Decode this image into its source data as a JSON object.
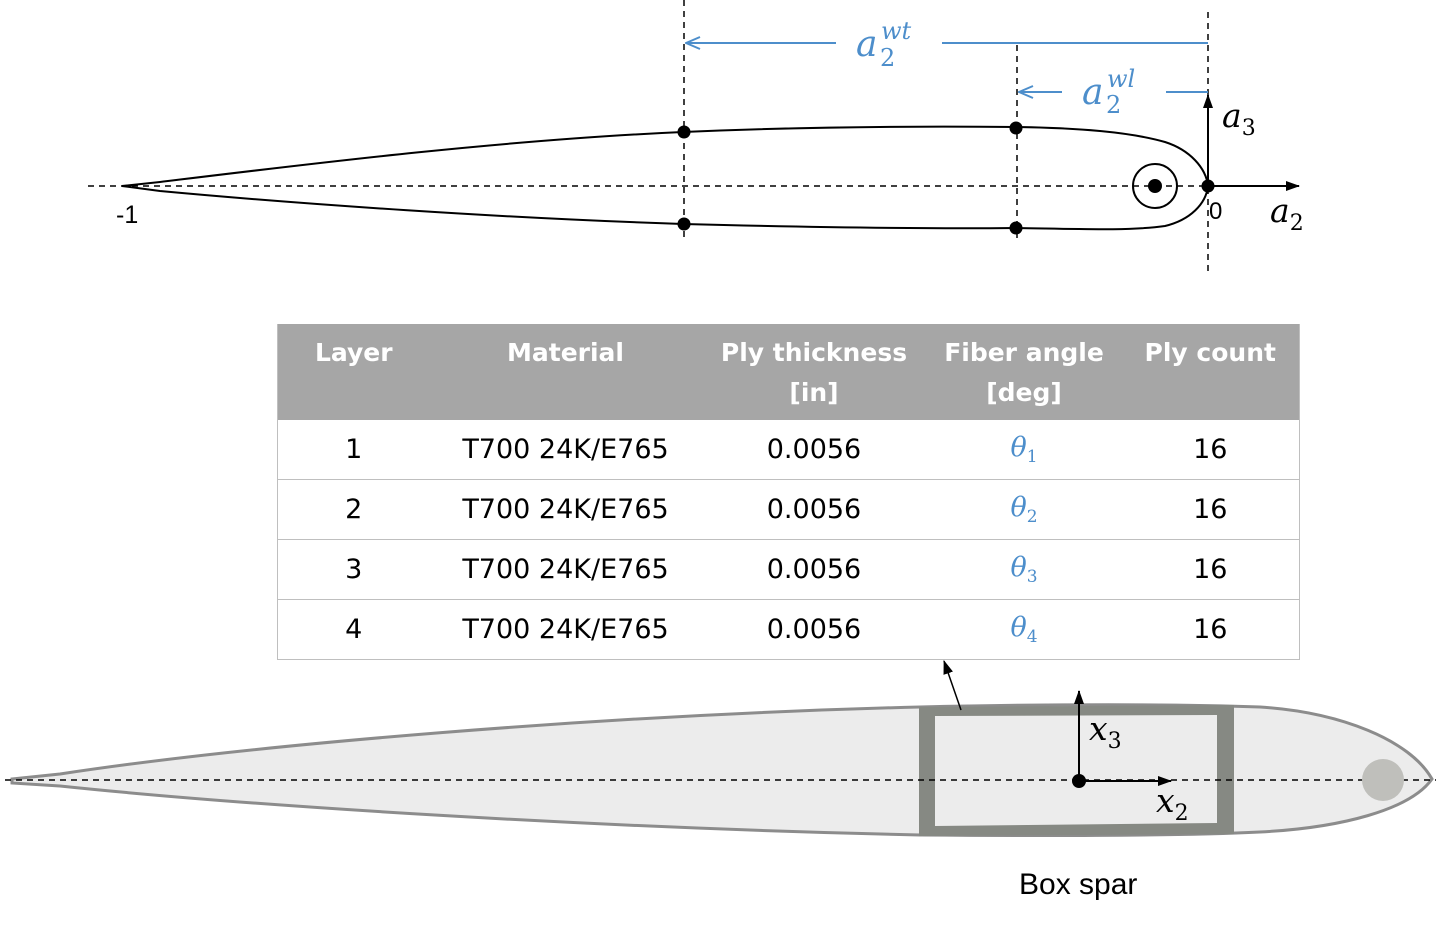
{
  "top_diagram": {
    "axis_left_label": "-1",
    "axis_origin_label": "0",
    "a2_label": "a",
    "a2_sub": "2",
    "a3_label": "a",
    "a3_sub": "3",
    "dim_wt_base": "a",
    "dim_wt_sub": "2",
    "dim_wt_sup": "wt",
    "dim_wl_base": "a",
    "dim_wl_sub": "2",
    "dim_wl_sup": "wl"
  },
  "table": {
    "headers": [
      {
        "line1": "Layer",
        "line2": ""
      },
      {
        "line1": "Material",
        "line2": ""
      },
      {
        "line1": "Ply thickness",
        "line2": "[in]"
      },
      {
        "line1": "Fiber angle",
        "line2": "[deg]"
      },
      {
        "line1": "Ply count",
        "line2": ""
      }
    ],
    "rows": [
      {
        "layer": "1",
        "material": "T700 24K/E765",
        "thickness": "0.0056",
        "angle_symbol": "θ",
        "angle_index": "1",
        "count": "16"
      },
      {
        "layer": "2",
        "material": "T700 24K/E765",
        "thickness": "0.0056",
        "angle_symbol": "θ",
        "angle_index": "2",
        "count": "16"
      },
      {
        "layer": "3",
        "material": "T700 24K/E765",
        "thickness": "0.0056",
        "angle_symbol": "θ",
        "angle_index": "3",
        "count": "16"
      },
      {
        "layer": "4",
        "material": "T700 24K/E765",
        "thickness": "0.0056",
        "angle_symbol": "θ",
        "angle_index": "4",
        "count": "16"
      }
    ]
  },
  "bottom_diagram": {
    "x2_label": "x",
    "x2_sub": "2",
    "x3_label": "x",
    "x3_sub": "3",
    "caption": "Box spar"
  },
  "colors": {
    "accent_blue": "#4d8ecb",
    "header_gray": "#a6a6a6",
    "spar_gray": "#868983",
    "airfoil_fill": "#ececec",
    "airfoil_outline": "#8c8c8c"
  }
}
